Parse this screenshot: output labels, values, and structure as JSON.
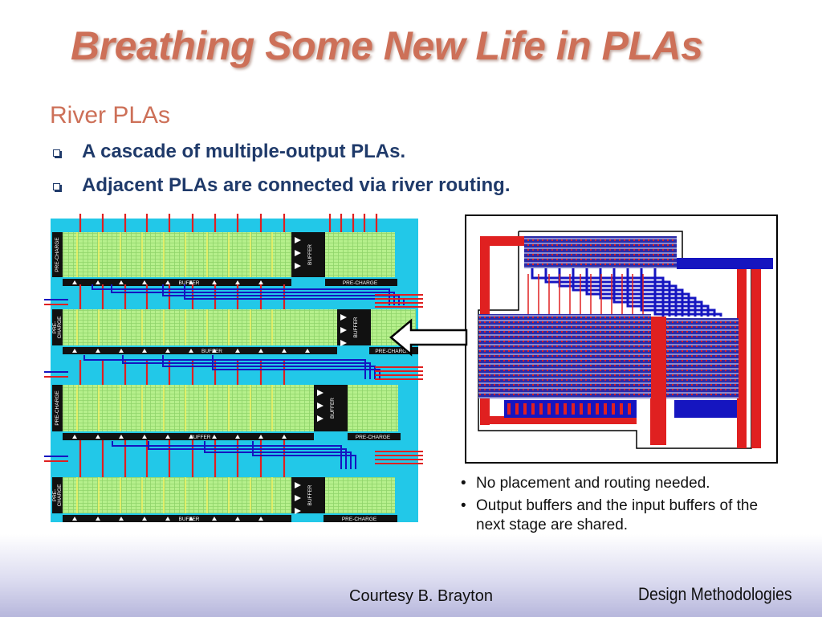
{
  "slide": {
    "title": "Breathing Some New Life in PLAs",
    "subheading": "River PLAs",
    "bullets": [
      "A cascade of multiple-output PLAs.",
      "Adjacent PLAs are connected via river routing."
    ]
  },
  "figure_left": {
    "stage_labels": [
      "PRE-CHARGE",
      "PRE-\nCHARGE",
      "PRE-CHARGE",
      "PRE-\nCHARGE"
    ],
    "buffer_label": "BUFFER",
    "precharge_label": "PRE-CHARGE"
  },
  "notes": [
    "No placement and routing needed.",
    "Output buffers and the input buffers of the next stage are shared."
  ],
  "footer": {
    "courtesy": "Courtesy B. Brayton",
    "right": "Design Methodologies"
  },
  "colors": {
    "title": "#cd7058",
    "bullet_text": "#1f3a6a",
    "cyan_background": "#22c8e8",
    "pla_array_green": "#b6f08c",
    "wire_red": "#e02020",
    "wire_blue": "#1515c0"
  }
}
